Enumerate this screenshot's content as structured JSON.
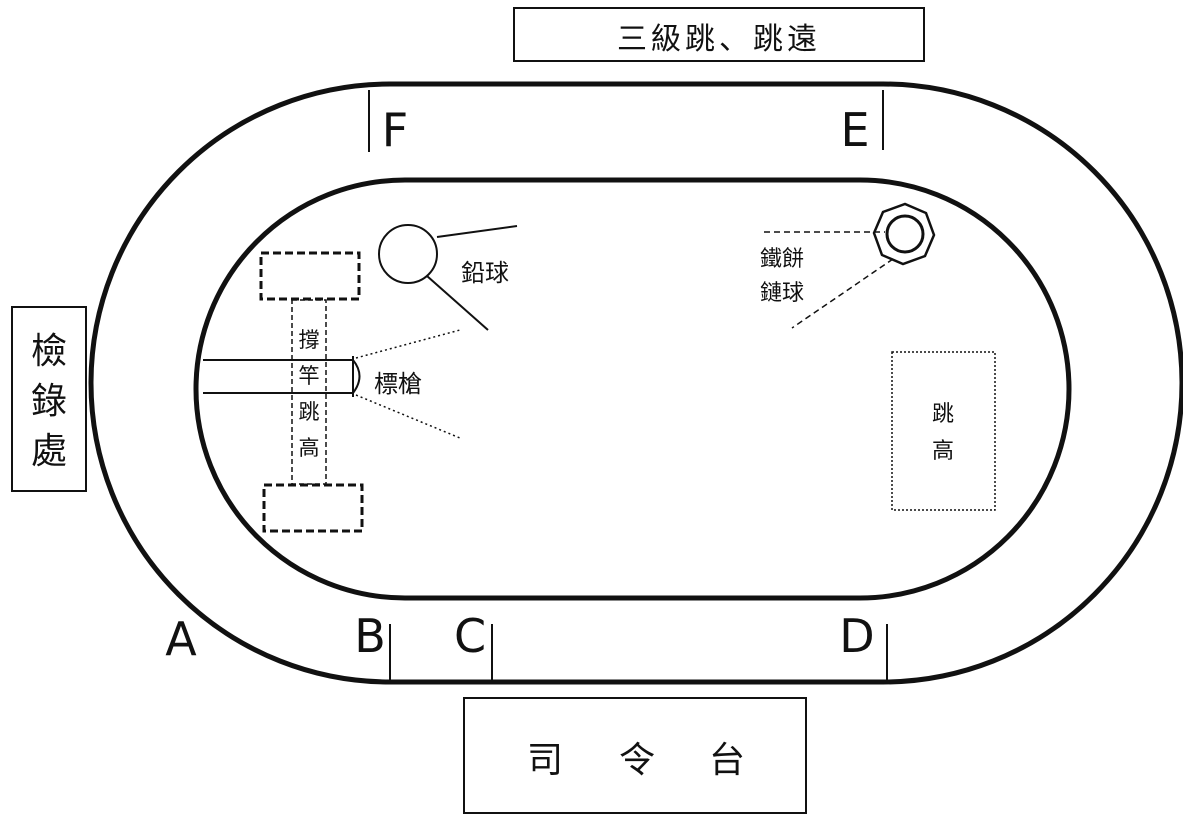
{
  "top_sign": {
    "label": "三級跳、跳遠"
  },
  "left_sign": {
    "chars": [
      "檢",
      "錄",
      "處"
    ]
  },
  "bottom_sign": {
    "chars": [
      "司",
      "令",
      "台"
    ]
  },
  "points": {
    "A": "A",
    "B": "B",
    "C": "C",
    "D": "D",
    "E": "E",
    "F": "F"
  },
  "fields": {
    "shot_put": "鉛球",
    "javelin": "標槍",
    "pole_vault": [
      "撐",
      "竿",
      "跳",
      "高"
    ],
    "discus_hammer": [
      "鐵餅",
      "鏈球"
    ],
    "high_jump": [
      "跳",
      "高"
    ]
  }
}
